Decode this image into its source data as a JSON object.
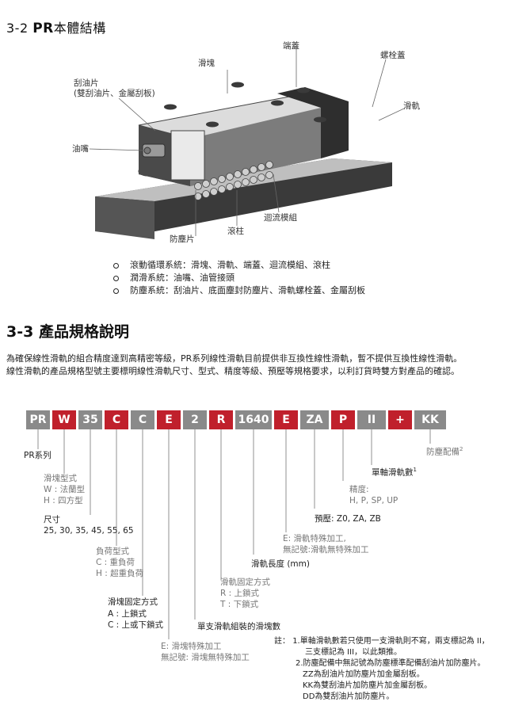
{
  "section_32": {
    "prefix": "3-2 ",
    "brand": "PR",
    "suffix": "本體結構"
  },
  "diagram_labels": {
    "end_cap": "端蓋",
    "end_bolt_cap": "螺栓蓋",
    "block": "滑塊",
    "scraper_line1": "刮油片",
    "scraper_line2": "(雙刮油片、金屬刮板)",
    "rail": "滑軌",
    "grease_nipple": "油嘴",
    "recirc_module": "迴流模組",
    "roller": "滾柱",
    "dust_seal": "防塵片"
  },
  "systems": [
    "滾動循環系統：滑塊、滑軌、端蓋、迴流模組、滾柱",
    "潤滑系統：油嘴、油管接頭",
    "防塵系統：刮油片、底面塵封防塵片、滑軌螺栓蓋、金屬刮板"
  ],
  "section_33": {
    "title": "3-3 產品規格說明"
  },
  "intro": "為確保線性滑軌的組合精度達到高精密等級，PR系列線性滑軌目前提供非互換性線性滑軌，暫不提供互換性線性滑軌。線性滑軌的產品規格型號主要標明線性滑軌尺寸、型式、精度等級、預壓等規格要求，以利訂貨時雙方對產品的確認。",
  "code_segments": [
    "PR",
    "W",
    "35",
    "C",
    "C",
    "E",
    "2",
    "R",
    "1640",
    "E",
    "ZA",
    "P",
    "II",
    "+",
    "KK"
  ],
  "code_labels": {
    "series": "PR系列",
    "block_type_title": "滑塊型式",
    "block_type_w": "W : 法蘭型",
    "block_type_h": "H : 四方型",
    "size_title": "尺寸",
    "size_values": "25, 30, 35, 45, 55, 65",
    "load_title": "負荷型式",
    "load_c": "C : 重負荷",
    "load_h": "H : 超重負荷",
    "mount_title": "滑塊固定方式",
    "mount_a": "A : 上鎖式",
    "mount_c": "C : 上或下鎖式",
    "block_special_e": "E: 滑塊特殊加工",
    "block_special_none": "無記號: 滑塊無特殊加工",
    "qty_per_rail": "單支滑軌組裝的滑塊數",
    "rail_mount_title": "滑軌固定方式",
    "rail_mount_r": "R : 上鎖式",
    "rail_mount_t": "T : 下鎖式",
    "rail_length": "滑軌長度 (mm)",
    "rail_special_e": "E: 滑軌特殊加工,",
    "rail_special_none": "無記號:滑軌無特殊加工",
    "preload": "預壓: Z0, ZA, ZB",
    "accuracy_title": "精度:",
    "accuracy_values": "H, P, SP, UP",
    "rails_per_axis": "單軸滑軌數",
    "dust_accessory": "防塵配備"
  },
  "notes": {
    "label": "註：",
    "n1a": "1.單軸滑軌數若只使用一支滑軌則不寫，兩支標記為 II，",
    "n1b": "三支標記為 III，以此類推。",
    "n2": "2.防塵配備中無記號為防塵標準配備刮油片加防塵片。",
    "n2_zz": "ZZ為刮油片加防塵片加金屬刮板。",
    "n2_kk": "KK為雙刮油片加防塵片加金屬刮板。",
    "n2_dd": "DD為雙刮油片加防塵片。"
  },
  "colors": {
    "red": "#c0202c",
    "gray": "#8a8a8a"
  }
}
